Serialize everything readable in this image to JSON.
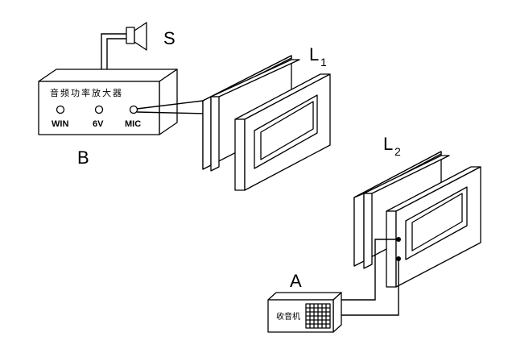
{
  "labels": {
    "speaker": "S",
    "coil1": "L",
    "coil1_sub": "1",
    "coil2": "L",
    "coil2_sub": "2",
    "amplifier": "B",
    "radio": "A"
  },
  "amplifier": {
    "title": "音频功率放大器",
    "ports": [
      "WIN",
      "6V",
      "MIC"
    ]
  },
  "radio": {
    "label": "收音机"
  }
}
